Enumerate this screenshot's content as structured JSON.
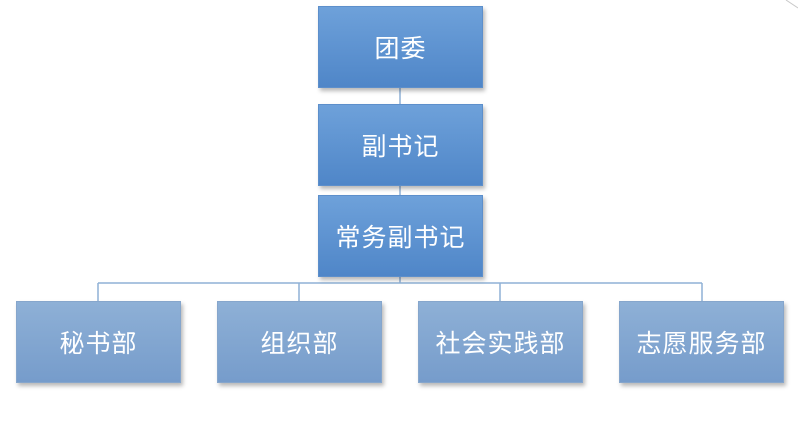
{
  "diagram": {
    "colors": {
      "connector": "#8fb1d6",
      "top_node_fill": "#5b8fd0",
      "sub_node_fill": "#80a4cf",
      "text": "#ffffff"
    },
    "nodes": {
      "league_committee": "团委",
      "deputy_secretary": "副书记",
      "executive_deputy_secretary": "常务副书记",
      "secretariat": "秘书部",
      "organization_dept": "组织部",
      "social_practice_dept": "社会实践部",
      "volunteer_service_dept": "志愿服务部"
    },
    "hierarchy": [
      {
        "parent": "团委",
        "child": "副书记"
      },
      {
        "parent": "副书记",
        "child": "常务副书记"
      },
      {
        "parent": "常务副书记",
        "child": "秘书部"
      },
      {
        "parent": "常务副书记",
        "child": "组织部"
      },
      {
        "parent": "常务副书记",
        "child": "社会实践部"
      },
      {
        "parent": "常务副书记",
        "child": "志愿服务部"
      }
    ]
  }
}
